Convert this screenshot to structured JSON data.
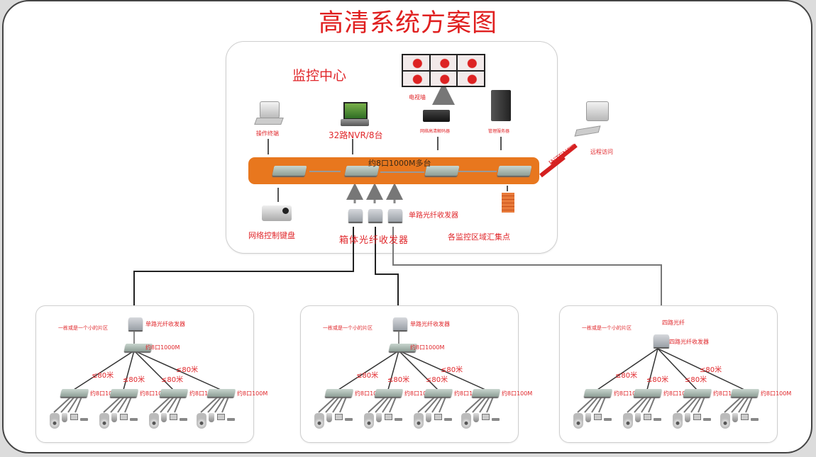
{
  "title": "高清系统方案图",
  "center": {
    "heading": "监控中心",
    "video_wall_label": "电视墙",
    "operator_terminal_label": "操作终端",
    "nvr_label": "32路NVR/8台",
    "decoder_label": "网络高清解码器",
    "server_label": "管理服务器",
    "switch_bar_label": "约8口1000M多台",
    "remote_access_label": "远程访问",
    "internet_label": "INTENET",
    "keyboard_label": "网络控制键盘",
    "single_transceiver_label": "单路光纤收发器",
    "box_transceiver_label": "箱体光纤收发器",
    "aggregation_label": "各监控区域汇集点"
  },
  "zones": [
    {
      "area_label": "一栋或是一个小的片区",
      "top_device_label": "单路光纤收发器",
      "core_switch_label": "约8口1000M",
      "distances": [
        "≤80米",
        "≤80米",
        "≤80米",
        "≤80米"
      ],
      "edge_switches": [
        "约8口100M",
        "约8口100M",
        "约8口100M",
        "约8口100M"
      ]
    },
    {
      "area_label": "一栋或是一个小的片区",
      "top_device_label": "单路光纤收发器",
      "core_switch_label": "约8口1000M",
      "distances": [
        "≤80米",
        "≤80米",
        "≤80米",
        "≤80米"
      ],
      "edge_switches": [
        "约8口100M",
        "约8口100M",
        "约8口100M",
        "约8口100M"
      ]
    },
    {
      "area_label": "一栋或是一个小的片区",
      "fiber_label": "四路光纤",
      "top_device_label": "四路光纤收发器",
      "distances": [
        "≤80米",
        "≤80米",
        "≤80米",
        "≤80米"
      ],
      "edge_switches": [
        "约8口100M",
        "约8口100M",
        "约8口100M",
        "约8口100M"
      ]
    }
  ],
  "colors": {
    "accent_red": "#e0262a",
    "switch_bar": "#e8771e",
    "line_dark": "#222222",
    "line_gray": "#777777"
  }
}
